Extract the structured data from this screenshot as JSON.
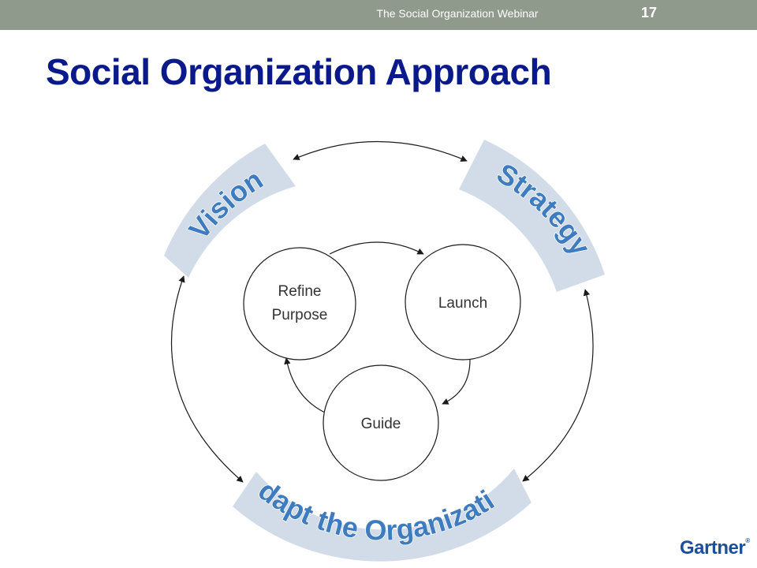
{
  "header": {
    "webinar_title": "The Social Organization Webinar",
    "slide_number": "17"
  },
  "slide": {
    "title": "Social Organization Approach"
  },
  "diagram": {
    "outer_stages": [
      {
        "id": "vision",
        "label": "Vision"
      },
      {
        "id": "strategy",
        "label": "Strategy"
      },
      {
        "id": "adapt",
        "label": "Adapt the Organization"
      }
    ],
    "inner_cycle": [
      {
        "id": "refine",
        "lines": [
          "Refine",
          "Purpose"
        ]
      },
      {
        "id": "launch",
        "lines": [
          "Launch"
        ]
      },
      {
        "id": "guide",
        "lines": [
          "Guide"
        ]
      }
    ],
    "colors": {
      "band_fill": "#d2dce8",
      "band_text": "#3e7cbf",
      "title": "#0a1a8a",
      "top_bar": "#8f9a8d"
    }
  },
  "footer": {
    "logo": "Gartner",
    "logo_mark": "®"
  }
}
